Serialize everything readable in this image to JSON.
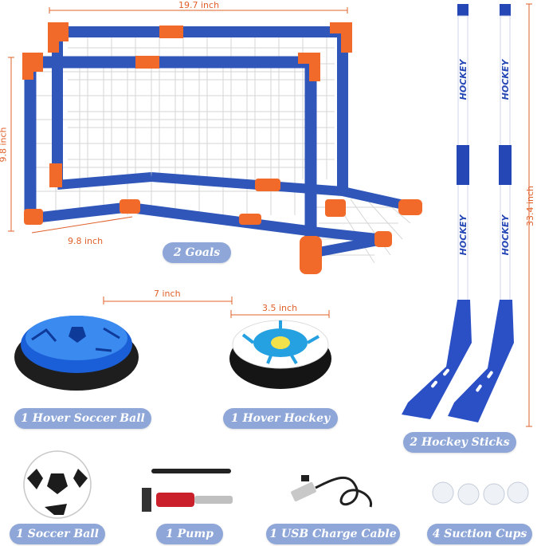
{
  "dimensions": {
    "goal_width": "19.7 inch",
    "goal_height": "9.8 inch",
    "goal_depth": "9.8 inch",
    "soccer_ball_diameter": "7 inch",
    "hockey_puck_diameter": "3.5 inch",
    "stick_length": "33.4 inch"
  },
  "stick_text": "HOCKEY",
  "labels": {
    "goals": "2 Goals",
    "hover_soccer_ball": "1 Hover Soccer Ball",
    "hover_hockey": "1 Hover Hockey",
    "hockey_sticks": "2 Hockey Sticks",
    "soccer_ball": "1 Soccer Ball",
    "pump": "1 Pump",
    "usb_cable": "1 USB Charge Cable",
    "suction_cups": "4 Suction Cups"
  },
  "colors": {
    "frame_blue": "#2f56b8",
    "connector_orange": "#f26a2a",
    "dimension_orange": "#e0602a",
    "label_pill": "#8fa7d8",
    "stick_blue": "#2546b5"
  }
}
